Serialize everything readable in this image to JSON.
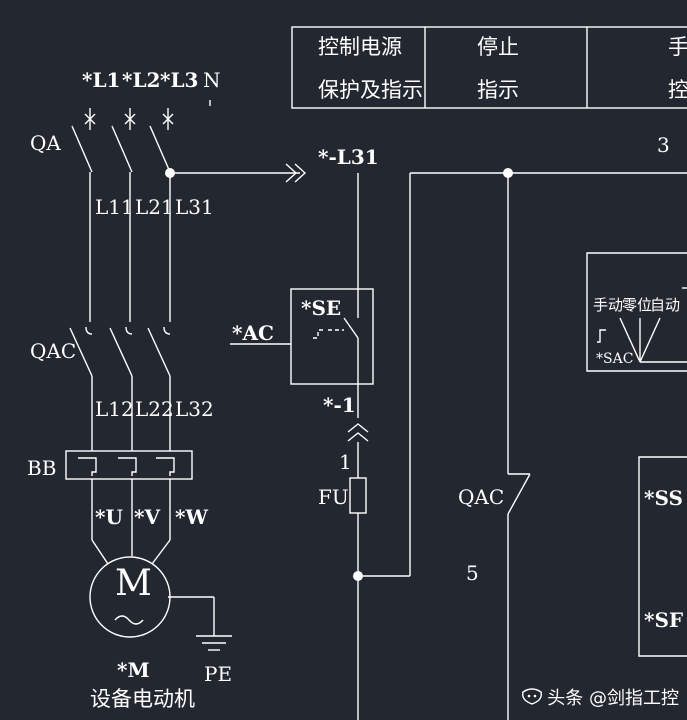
{
  "supply": {
    "l1": "*L1",
    "l2": "*L2",
    "l3": "*L3",
    "n": "N"
  },
  "breaker": {
    "qa": "QA",
    "l11": "L11",
    "l21": "L21",
    "l31": "L31"
  },
  "contactor": {
    "qac": "QAC",
    "l12": "L12",
    "l22": "L22",
    "l32": "L32"
  },
  "overload": {
    "bb": "BB"
  },
  "motor": {
    "u": "*U",
    "v": "*V",
    "w": "*W",
    "symbol": "M",
    "tag": "*M",
    "caption": "设备电动机",
    "pe": "PE"
  },
  "control": {
    "l31_ref": "*-L31",
    "ac": "*AC",
    "se": "*SE",
    "wire_minus1": "*-1",
    "wire1": "1",
    "fu": "FU",
    "qac": "QAC",
    "wire5": "5",
    "wire3": "3"
  },
  "table": {
    "col1_row1": "控制电源",
    "col1_row2": "保护及指示",
    "col2_row1": "停止",
    "col2_row2": "指示",
    "col3_row1": "手",
    "col3_row2": "控"
  },
  "selector": {
    "manual": "手动",
    "zero": "零位",
    "auto": "自动",
    "tag": "*SAC"
  },
  "buttons": {
    "ss": "*SS",
    "sf": "*SF"
  },
  "watermark": "头条 @剑指工控",
  "colors": {
    "background": "#232830",
    "line": "#ffffff"
  }
}
